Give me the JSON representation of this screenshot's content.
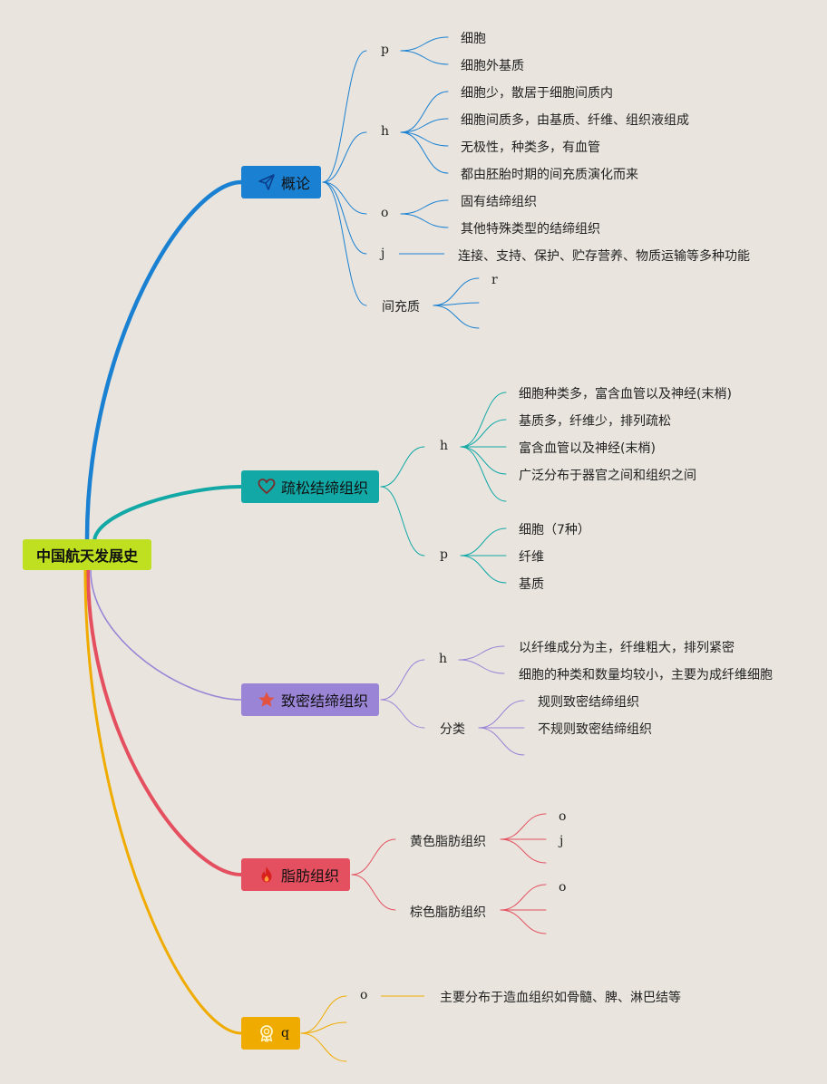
{
  "root": {
    "label": "中国航天发展史"
  },
  "colors": {
    "root": "#bee021",
    "b1": "#1a80d2",
    "b2": "#12a8a6",
    "b3": "#9a84d6",
    "b4": "#e4505f",
    "b5": "#f0ab00"
  },
  "branches": [
    {
      "label": "概论",
      "icon": "send-icon",
      "children": [
        {
          "label": "p",
          "leaves": [
            "细胞",
            "细胞外基质"
          ]
        },
        {
          "label": "h",
          "leaves": [
            "细胞少，散居于细胞间质内",
            "细胞间质多，由基质、纤维、组织液组成",
            "无极性，种类多，有血管",
            "都由胚胎时期的间充质演化而来"
          ]
        },
        {
          "label": "o",
          "leaves": [
            "固有结缔组织",
            "其他特殊类型的结缔组织"
          ]
        },
        {
          "label": "j",
          "leaves": [
            "连接、支持、保护、贮存营养、物质运输等多种功能"
          ]
        },
        {
          "label": "间充质",
          "leaves": [
            "r"
          ]
        }
      ]
    },
    {
      "label": "疏松结缔组织",
      "icon": "heart-icon",
      "children": [
        {
          "label": "h",
          "leaves": [
            "细胞种类多，富含血管以及神经(末梢)",
            "基质多，纤维少，排列疏松",
            "富含血管以及神经(末梢)",
            "广泛分布于器官之间和组织之间"
          ]
        },
        {
          "label": "p",
          "leaves": [
            "细胞（7种）",
            "纤维",
            "基质"
          ]
        }
      ]
    },
    {
      "label": "致密结缔组织",
      "icon": "star-icon",
      "children": [
        {
          "label": "h",
          "leaves": [
            "以纤维成分为主，纤维粗大，排列紧密",
            "细胞的种类和数量均较小，主要为成纤维细胞"
          ]
        },
        {
          "label": "分类",
          "leaves": [
            "规则致密结缔组织",
            "不规则致密结缔组织"
          ]
        }
      ]
    },
    {
      "label": "脂肪组织",
      "icon": "fire-icon",
      "children": [
        {
          "label": "黄色脂肪组织",
          "leaves": [
            "o",
            "j"
          ]
        },
        {
          "label": "棕色脂肪组织",
          "leaves": [
            "o"
          ]
        }
      ]
    },
    {
      "label": "q",
      "icon": "award-icon",
      "children": [
        {
          "label": "o",
          "leaves": [
            "主要分布于造血组织如骨髓、脾、淋巴结等"
          ]
        }
      ]
    }
  ]
}
